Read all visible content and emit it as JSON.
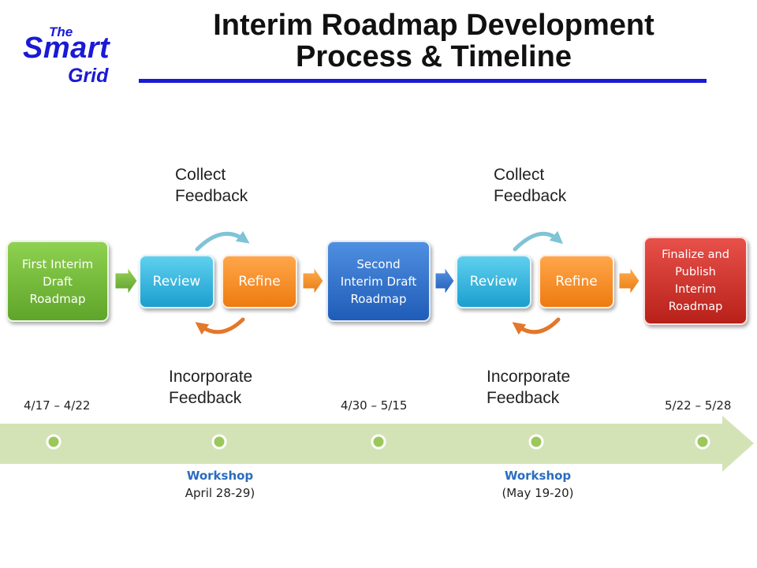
{
  "logo": {
    "the": "The",
    "smart": "Smart",
    "grid": "Grid"
  },
  "title": {
    "line1": "Interim Roadmap Development",
    "line2": "Process & Timeline"
  },
  "process": {
    "first_draft": [
      "First Interim",
      "Draft",
      "Roadmap"
    ],
    "review1": "Review",
    "refine1": "Refine",
    "second_draft": [
      "Second",
      "Interim Draft",
      "Roadmap"
    ],
    "review2": "Review",
    "refine2": "Refine",
    "finalize": [
      "Finalize and",
      "Publish",
      "Interim",
      "Roadmap"
    ]
  },
  "feedback": {
    "collect": [
      "Collect",
      "Feedback"
    ],
    "incorporate": [
      "Incorporate",
      "Feedback"
    ]
  },
  "timeline": {
    "dates": [
      "4/17 – 4/22",
      "4/30 – 5/15",
      "5/22 – 5/28"
    ],
    "workshops": [
      {
        "title": "Workshop",
        "date": "April 28-29)"
      },
      {
        "title": "Workshop",
        "date": "(May 19-20)"
      }
    ]
  },
  "colors": {
    "brand_blue": "#1a1ad6",
    "green": "#6ab534",
    "cyan": "#2aaad8",
    "orange": "#f08a1e",
    "blue": "#2d6cc8",
    "red": "#cc2e28",
    "timeline_green": "#d4e3b6",
    "workshop_blue": "#2a6cc0"
  }
}
